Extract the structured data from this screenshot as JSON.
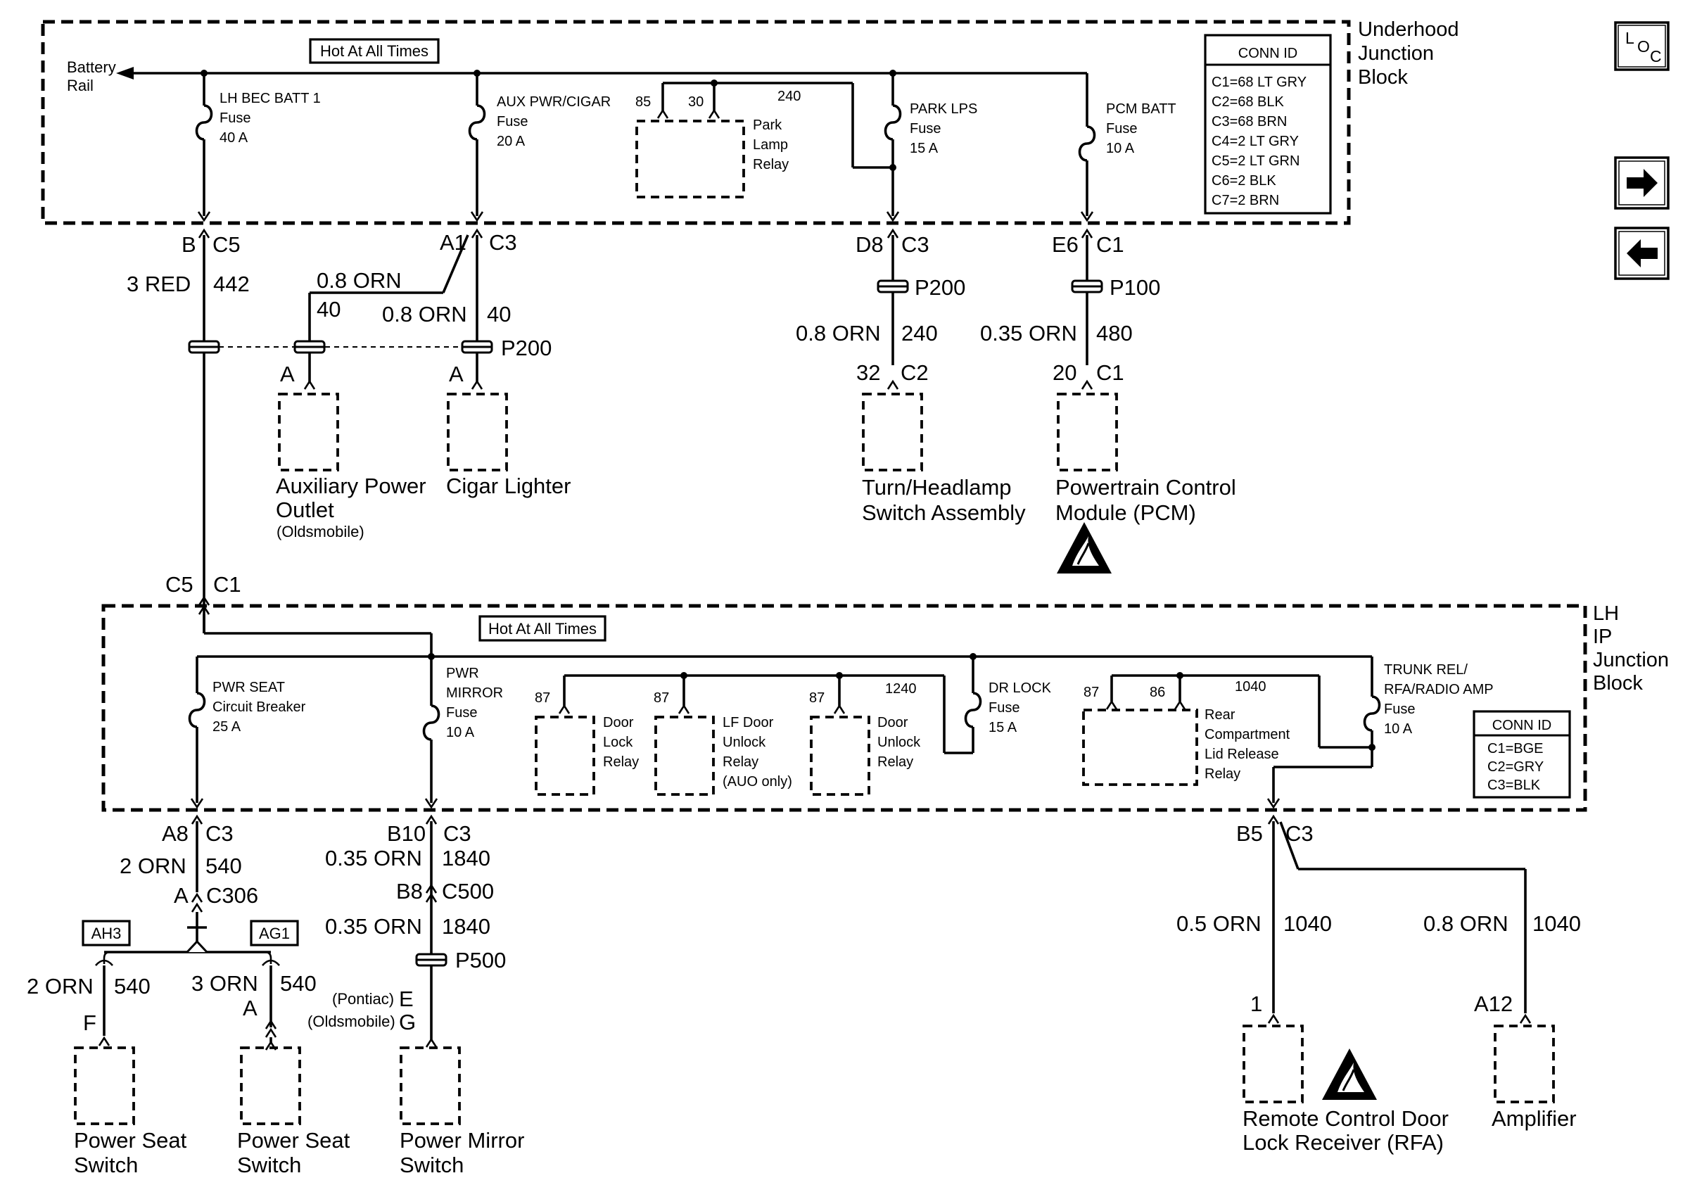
{
  "underhood": {
    "name_lines": [
      "Underhood",
      "Junction",
      "Block"
    ],
    "hot_label": "Hot At All Times",
    "battery_rail": [
      "Battery",
      "Rail"
    ],
    "fuses": [
      {
        "lines": [
          "LH BEC BATT 1",
          "Fuse",
          "40 A"
        ]
      },
      {
        "lines": [
          "AUX PWR/CIGAR",
          "Fuse",
          "20 A"
        ]
      },
      {
        "lines": [
          "PARK LPS",
          "Fuse",
          "15 A"
        ]
      },
      {
        "lines": [
          "PCM BATT",
          "Fuse",
          "10 A"
        ]
      }
    ],
    "relay": {
      "pin85": "85",
      "pin30": "30",
      "circuit": "240",
      "lines": [
        "Park",
        "Lamp",
        "Relay"
      ]
    },
    "conn_id": {
      "title": "CONN ID",
      "rows": [
        "C1=68 LT GRY",
        "C2=68 BLK",
        "C3=68 BRN",
        "C4=2 LT GRY",
        "C5=2 LT GRN",
        "C6=2 BLK",
        "C7=2 BRN"
      ]
    }
  },
  "lhip": {
    "name_lines": [
      "LH",
      "IP",
      "Junction",
      "Block"
    ],
    "hot_label": "Hot At All Times",
    "fuses": [
      {
        "lines": [
          "PWR SEAT",
          "Circuit Breaker",
          "25 A"
        ]
      },
      {
        "lines": [
          "PWR",
          "MIRROR",
          "Fuse",
          "10 A"
        ]
      },
      {
        "lines": [
          "DR LOCK",
          "Fuse",
          "15 A"
        ]
      },
      {
        "lines": [
          "TRUNK REL/",
          "RFA/RADIO AMP",
          "Fuse",
          "10 A"
        ]
      }
    ],
    "relays": [
      {
        "pin": "87",
        "lines": [
          "Door",
          "Lock",
          "Relay"
        ]
      },
      {
        "pin": "87",
        "lines": [
          "LF Door",
          "Unlock",
          "Relay",
          "(AUO only)"
        ]
      },
      {
        "pin": "87",
        "circuit": "1240",
        "lines": [
          "Door",
          "Unlock",
          "Relay"
        ]
      },
      {
        "pin": "87",
        "pin2": "86",
        "circuit": "1040",
        "lines": [
          "Rear",
          "Compartment",
          "Lid Release",
          "Relay"
        ]
      }
    ],
    "conn_id": {
      "title": "CONN ID",
      "rows": [
        "C1=BGE",
        "C2=GRY",
        "C3=BLK"
      ]
    }
  },
  "connectors": {
    "b": "B",
    "c5": "C5",
    "a1": "A1",
    "c3": "C3",
    "d8": "D8",
    "e6": "E6",
    "c1": "C1",
    "c5b": "C5",
    "c1b": "C1",
    "a_aux": "A",
    "a_cig": "A",
    "pin32": "32",
    "c2": "C2",
    "pin20": "20",
    "c1c": "C1",
    "a8": "A8",
    "c3b": "C3",
    "b10": "B10",
    "c3c": "C3",
    "b5": "B5",
    "c3d": "C3",
    "a306": "A",
    "c306": "C306",
    "b8": "B8",
    "c500": "C500",
    "f": "F",
    "a_ps2": "A",
    "e": "E",
    "g": "G",
    "pin1": "1",
    "a12": "A12"
  },
  "splices": {
    "p200a": "P200",
    "p200b": "P200",
    "p100": "P100",
    "p500": "P500"
  },
  "wires": {
    "w1c": "3 RED",
    "w1n": "442",
    "w2c": "0.8 ORN",
    "w2n": "40",
    "w3c": "0.8 ORN",
    "w3n": "40",
    "w4c": "0.8 ORN",
    "w4n": "240",
    "w5c": "0.35 ORN",
    "w5n": "480",
    "w6c": "2 ORN",
    "w6n": "540",
    "w7c": "0.35 ORN",
    "w7n": "1840",
    "w8c": "0.35 ORN",
    "w8n": "1840",
    "w9c": "2 ORN",
    "w9n": "540",
    "w10c": "3 ORN",
    "w10n": "540",
    "w11c": "0.5 ORN",
    "w11n": "1040",
    "w12c": "0.8 ORN",
    "w12n": "1040"
  },
  "options": {
    "ah3": "AH3",
    "ag1": "AG1",
    "pontiac": "(Pontiac)",
    "olds": "(Oldsmobile)"
  },
  "components": {
    "aux": [
      "Auxiliary Power",
      "Outlet"
    ],
    "aux_note": "(Oldsmobile)",
    "cigar": [
      "Cigar Lighter"
    ],
    "turn": [
      "Turn/Headlamp",
      "Switch Assembly"
    ],
    "pcm": [
      "Powertrain Control",
      "Module (PCM)"
    ],
    "ps1": [
      "Power Seat",
      "Switch"
    ],
    "ps2": [
      "Power Seat",
      "Switch"
    ],
    "mirror": [
      "Power Mirror",
      "Switch"
    ],
    "rfa": [
      "Remote Control Door",
      "Lock Receiver (RFA)"
    ],
    "amp": [
      "Amplifier"
    ]
  },
  "nav": {
    "loc_l": "L",
    "loc_o": "O",
    "loc_c": "C",
    "next_icon": "right-arrow-icon",
    "prev_icon": "left-arrow-icon"
  }
}
